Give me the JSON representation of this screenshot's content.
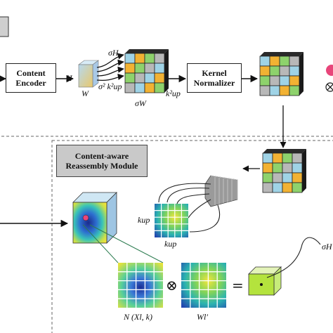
{
  "blocks": {
    "content_encoder": "Content\nEncoder",
    "kernel_normalizer": "Kernel\nNormalizer",
    "reassembly_module": "Content-aware\nReassembly Module"
  },
  "labels": {
    "H": "H",
    "W": "W",
    "sigma_H": "σH",
    "sigma_W": "σW",
    "sigma2_kup2": "σ² k²up",
    "kup2_right": "k²up",
    "kup_left": "kup",
    "kup_bottom": "kup",
    "N_term": "N (Xl, k)",
    "W_term": "Wl′",
    "sigma_H_cut": "σH",
    "times_symbol": "⊗",
    "equals_symbol": "="
  },
  "colors": {
    "cyan": "#9fd3e6",
    "yellow": "#f2b233",
    "green": "#8ed26c",
    "gray": "#b8b8b8",
    "pink": "#e8457a",
    "lime": "#b4e33d"
  }
}
